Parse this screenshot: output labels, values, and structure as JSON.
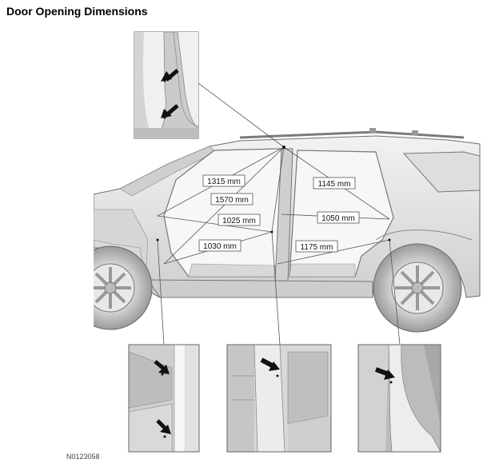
{
  "title": "Door Opening Dimensions",
  "figure_id": "N0123058",
  "colors": {
    "body": "#e6e6e6",
    "body_dark": "#bdbdbd",
    "outline": "#6f6f6f",
    "leader": "#555555",
    "arrow": "#111111"
  },
  "measurements": [
    {
      "id": "m1315",
      "label": "1315 mm"
    },
    {
      "id": "m1570",
      "label": "1570 mm"
    },
    {
      "id": "m1025",
      "label": "1025 mm"
    },
    {
      "id": "m1030",
      "label": "1030 mm"
    },
    {
      "id": "m1145",
      "label": "1145 mm"
    },
    {
      "id": "m1050",
      "label": "1050 mm"
    },
    {
      "id": "m1175",
      "label": "1175 mm"
    }
  ],
  "detail_views": [
    {
      "id": "detail-b-pillar-top",
      "arrows": 2
    },
    {
      "id": "detail-a-pillar-lower",
      "arrows": 2
    },
    {
      "id": "detail-b-pillar-lower",
      "arrows": 1
    },
    {
      "id": "detail-c-pillar-lower",
      "arrows": 1
    }
  ]
}
